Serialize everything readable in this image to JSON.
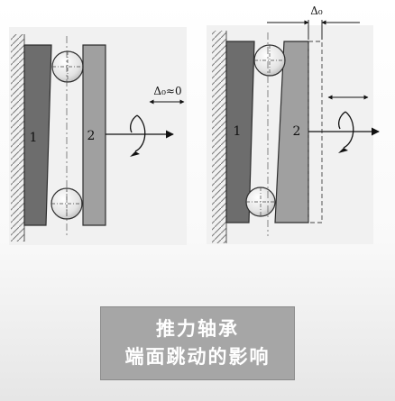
{
  "left_diagram": {
    "ring_labels": [
      "1",
      "2"
    ],
    "gap_label": "Δ₀≈0"
  },
  "right_diagram": {
    "ring_labels": [
      "1",
      "2"
    ],
    "gap_label": "Δ₀"
  },
  "caption": {
    "line1": "推力轴承",
    "line2": "端面跳动的影响"
  }
}
